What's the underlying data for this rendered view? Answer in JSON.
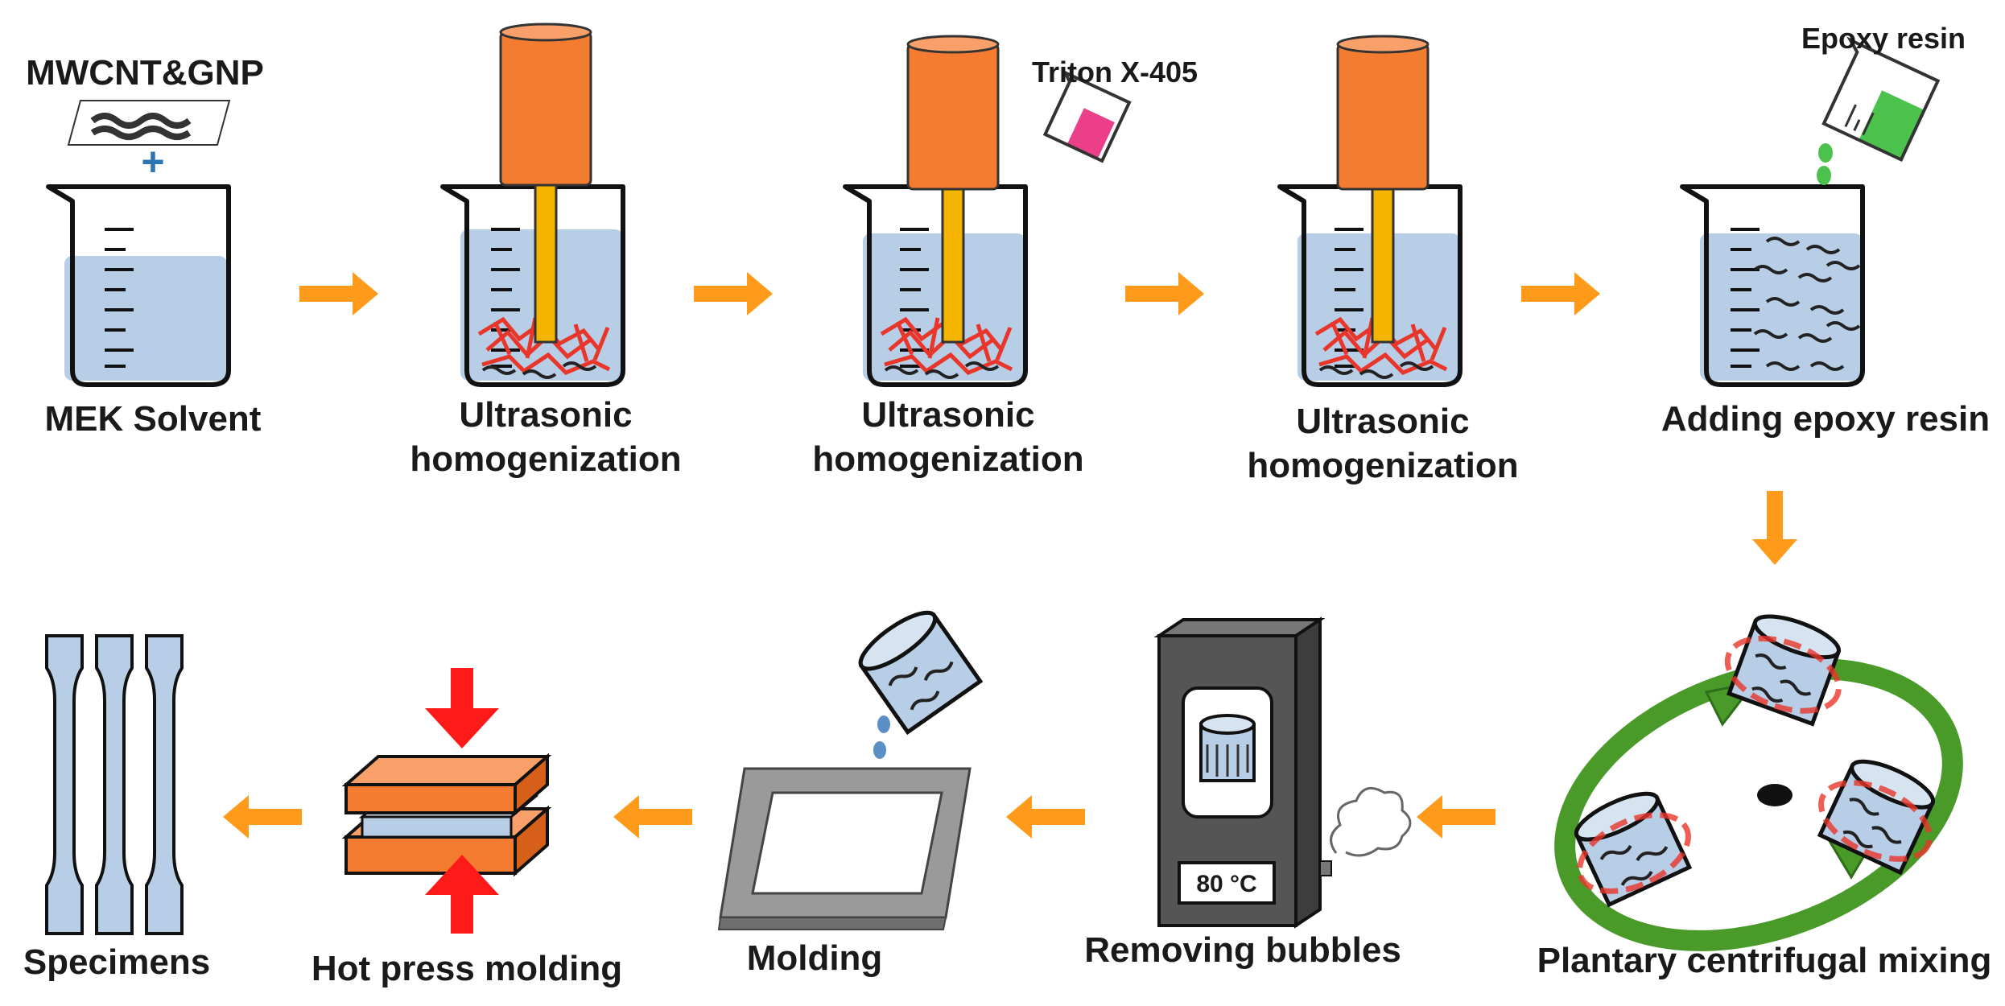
{
  "steps": {
    "mek_solvent": "MEK Solvent",
    "ultra1_line1": "Ultrasonic",
    "ultra1_line2": "homogenization",
    "ultra2_line1": "Ultrasonic",
    "ultra2_line2": "homogenization",
    "ultra3_line1": "Ultrasonic",
    "ultra3_line2": "homogenization",
    "adding_epoxy": "Adding epoxy resin",
    "planetary_mixing": "Plantary centrifugal mixing",
    "removing_bubbles": "Removing bubbles",
    "molding": "Molding",
    "hot_press": "Hot press molding",
    "specimens": "Specimens"
  },
  "annotations": {
    "fillers": "MWCNT&GNP",
    "plus": "+",
    "triton": "Triton X-405",
    "epoxy_resin": "Epoxy resin",
    "oven_temp": "80 °C"
  },
  "colors": {
    "arrow": "#ff9a1a",
    "probe": "#f47c30",
    "probe_rod": "#f5b400",
    "solvent": "#b8cde6",
    "filler": "#e8362a",
    "triton_liquid": "#ec3f8a",
    "epoxy_liquid": "#4cc14c",
    "rotation_arrow": "#4a9a2a",
    "press_plate": "#f47c30",
    "press_arrow": "#ff1a1a",
    "oven_body": "#555555",
    "mold_frame": "#9a9a9a",
    "specimen": "#b8cde6"
  }
}
